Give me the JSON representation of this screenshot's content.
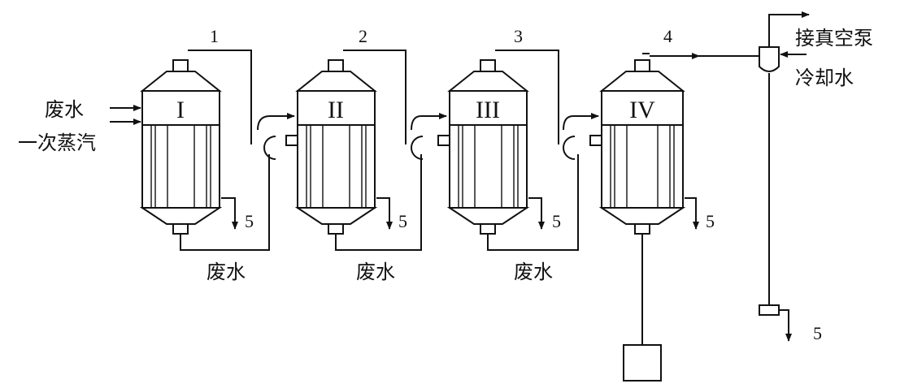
{
  "stage_numbers": [
    "1",
    "2",
    "3",
    "4"
  ],
  "roman_labels": [
    "I",
    "II",
    "III",
    "IV"
  ],
  "inlet_waste_water": "废水",
  "inlet_primary_steam": "一次蒸汽",
  "transfer_labels": [
    "废水",
    "废水",
    "废水"
  ],
  "condensate_label": "5",
  "vacuum_pump_label": "接真空泵",
  "cooling_water_label": "冷却水",
  "condenser_drain_label": "5"
}
